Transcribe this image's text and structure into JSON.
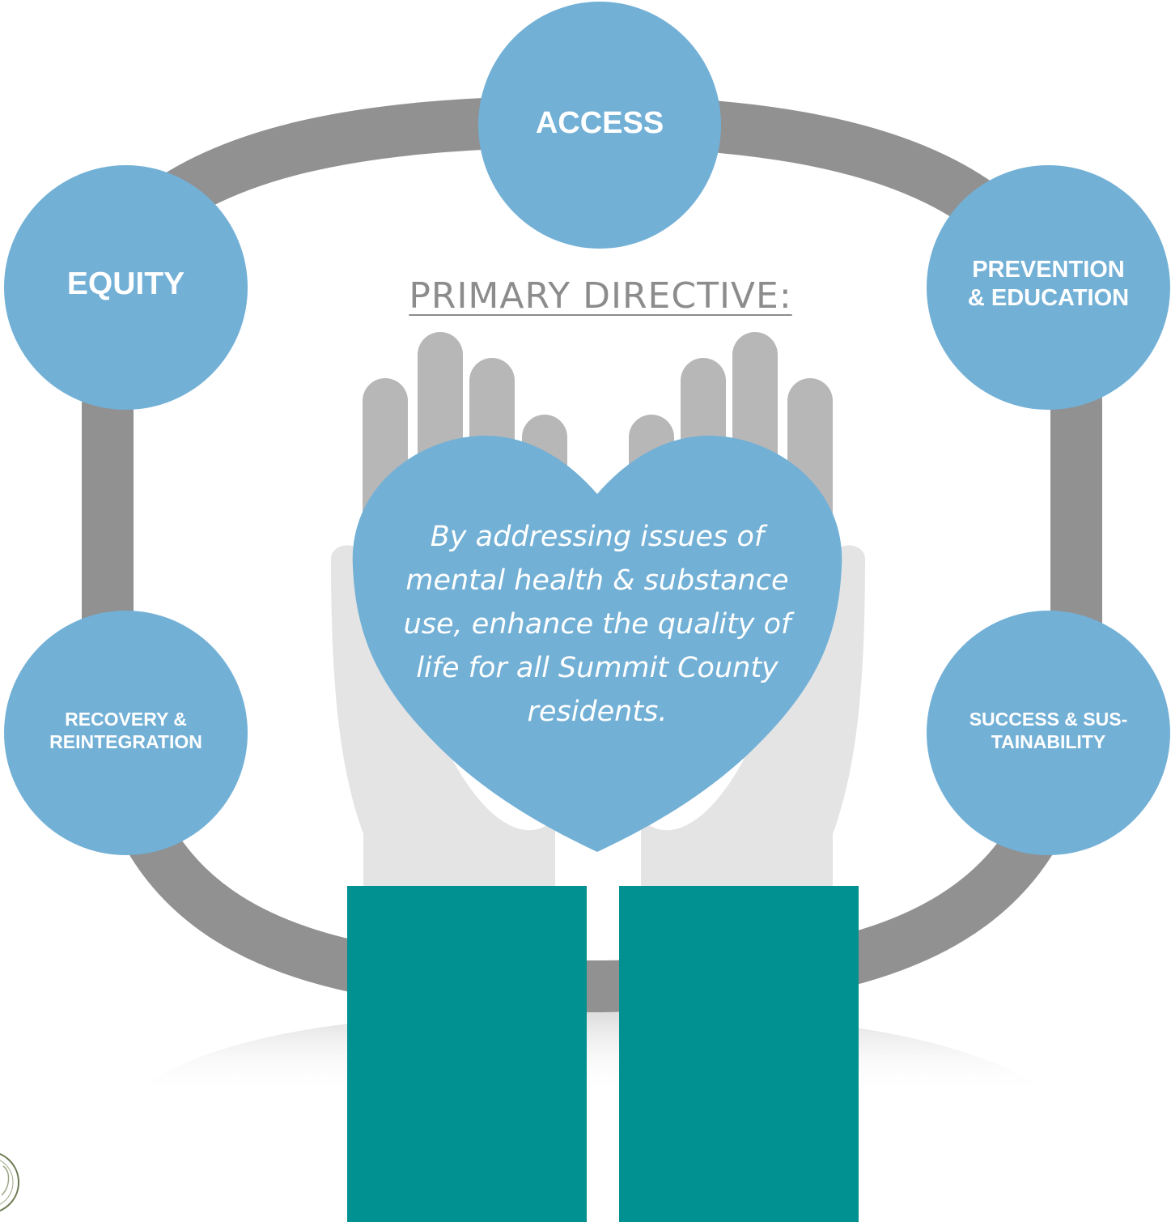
{
  "nodes": {
    "access": "ACCESS",
    "equity": "EQUITY",
    "prevention": "PREVENTION\n& EDUCATION",
    "recovery": "RECOVERY &\nREINTEGRATION",
    "success": "SUCCESS & SUS-\nTAINABILITY"
  },
  "directive": {
    "title": "PRIMARY DIRECTIVE:",
    "text": "By addressing issues of mental health & substance use, enhance the quality of life for all Summit County residents."
  },
  "colors": {
    "circle": "#72b0d6",
    "ring": "#919191",
    "fingers": "#b7b7b7",
    "palms": "#e4e4e4",
    "sleeves": "#009190",
    "title": "#8c8c8c"
  },
  "icons": [
    "cupped-hands-icon",
    "heart-icon",
    "seal-logo-icon"
  ]
}
